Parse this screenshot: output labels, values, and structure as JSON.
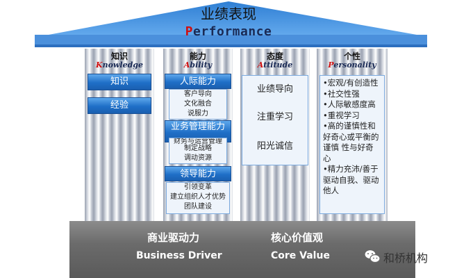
{
  "roof": {
    "title": "业绩表现",
    "subtitle_first": "P",
    "subtitle_rest": "erformance"
  },
  "columns": [
    {
      "head": "知识",
      "sub_first": "K",
      "sub_rest": "nowledge"
    },
    {
      "head": "能力",
      "sub_first": "A",
      "sub_rest": "bility"
    },
    {
      "head": "态度",
      "sub_first": "A",
      "sub_rest": "ttitude"
    },
    {
      "head": "个性",
      "sub_first": "P",
      "sub_rest": "ersonality"
    }
  ],
  "knowledge": {
    "items": [
      "知识",
      "经验"
    ]
  },
  "ability": {
    "groups": [
      {
        "title": "人际能力",
        "items": [
          "客户导向",
          "文化融合",
          "说服力"
        ]
      },
      {
        "title": "业务管理能力",
        "items": [
          "财务与运营管理",
          "制定战略",
          "调动资源"
        ]
      },
      {
        "title": "领导能力",
        "items": [
          "引领变革",
          "建立组织人才优势",
          "团队建设"
        ]
      }
    ]
  },
  "attitude": {
    "items": [
      "业绩导向",
      "注重学习",
      "阳光诚信"
    ]
  },
  "personality": {
    "items": [
      "•宏观/有创造性",
      "•社交性强",
      "•人际敏感度高",
      "•重视学习",
      "•高的谨慎性和好奇心或平衡的谨慎 性与好奇心",
      "•精力充沛/善于驱动自我、驱动他人"
    ]
  },
  "base": {
    "left_cn": "商业驱动力",
    "left_en": "Business Driver",
    "right_cn": "核心价值观",
    "right_en": "Core Value"
  },
  "brand": {
    "name": "和桥机构",
    "icon": "wechat-icon"
  },
  "colors": {
    "roof": "#3b86d6",
    "button_blue": "#1f6fc7",
    "accent_red": "#d01010",
    "base_gray": "#6b6b6b"
  }
}
